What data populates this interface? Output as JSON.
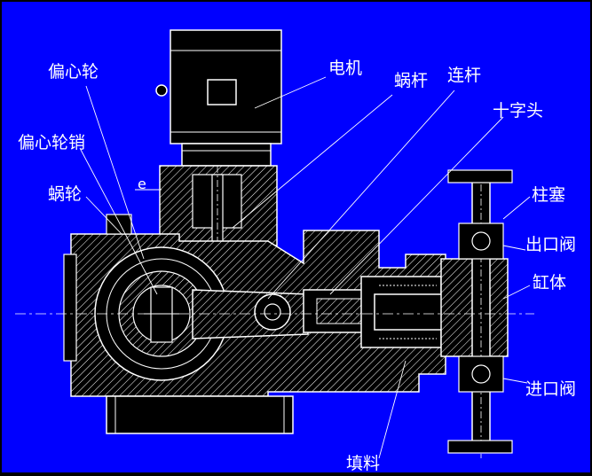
{
  "labels": {
    "eccentric_wheel": "偏心轮",
    "eccentric_pin": "偏心轮销",
    "worm_wheel": "蜗轮",
    "motor": "电机",
    "worm": "蜗杆",
    "connecting_rod": "连杆",
    "crosshead": "十字头",
    "plunger": "柱塞",
    "outlet_valve": "出口阀",
    "cylinder": "缸体",
    "inlet_valve": "进口阀",
    "packing": "填料",
    "eccentricity": "e"
  },
  "colors": {
    "background": "#0000ff",
    "drawing": "#000000",
    "lines": "#ffffff"
  }
}
